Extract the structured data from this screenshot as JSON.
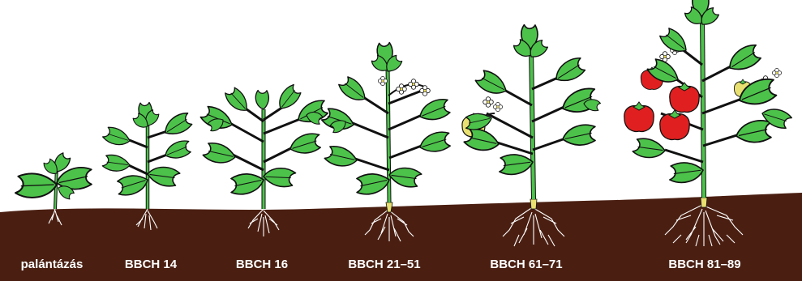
{
  "colors": {
    "soil": "#4a1f12",
    "leaf": "#4cc24a",
    "outline": "#111111",
    "root": "#ffffff",
    "ripe_fruit": "#e02020",
    "unripe_fruit": "#e8e070",
    "flower": "#ffffff",
    "label_text": "#ffffff"
  },
  "stages": [
    {
      "label": "palántázás"
    },
    {
      "label": "BBCH 14"
    },
    {
      "label": "BBCH 16"
    },
    {
      "label": "BBCH 21–51"
    },
    {
      "label": "BBCH 61–71"
    },
    {
      "label": "BBCH 81–89"
    }
  ]
}
